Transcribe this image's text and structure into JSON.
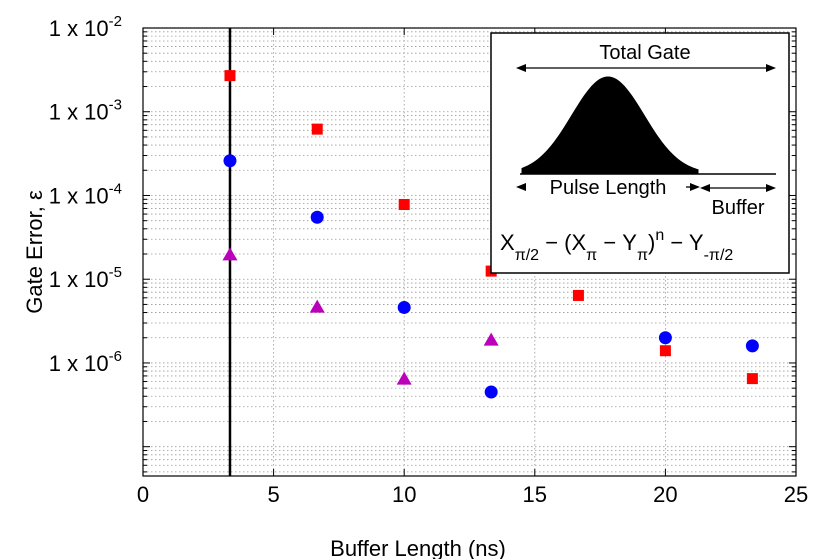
{
  "chart_data": {
    "type": "scatter",
    "xlabel": "Buffer Length (ns)",
    "ylabel": "Gate Error, ε",
    "xlim": [
      0,
      25
    ],
    "ylim_log10": [
      -7.35,
      -2
    ],
    "yscale": "log",
    "grid": true,
    "x_ticks": [
      "0",
      "5",
      "10",
      "15",
      "20",
      "25"
    ],
    "y_ticks": [
      {
        "base": "1 x 10",
        "exp": "-2"
      },
      {
        "base": "1 x 10",
        "exp": "-3"
      },
      {
        "base": "1 x 10",
        "exp": "-4"
      },
      {
        "base": "1 x 10",
        "exp": "-5"
      },
      {
        "base": "1 x 10",
        "exp": "-6"
      }
    ],
    "vertical_line_x": 3.33,
    "series": [
      {
        "marker": "square",
        "color": "#ff0000",
        "x": [
          3.33,
          6.67,
          10.0,
          13.33,
          16.67,
          20.0,
          23.33
        ],
        "y": [
          0.0027,
          0.00062,
          7.8e-05,
          1.25e-05,
          6.4e-06,
          1.4e-06,
          6.5e-07
        ]
      },
      {
        "marker": "circle",
        "color": "#0000ff",
        "x": [
          3.33,
          6.67,
          10.0,
          13.33,
          20.0,
          23.33
        ],
        "y": [
          0.00026,
          5.5e-05,
          4.6e-06,
          4.5e-07,
          2e-06,
          1.6e-06
        ]
      },
      {
        "marker": "triangle",
        "color": "#bb00bb",
        "x": [
          3.33,
          6.67,
          10.0,
          13.33
        ],
        "y": [
          1.98e-05,
          4.7e-06,
          6.5e-07,
          1.9e-06
        ]
      }
    ],
    "inset": {
      "total_gate_label": "Total Gate",
      "pulse_length_label": "Pulse Length",
      "buffer_label": "Buffer",
      "sequence": {
        "p1": "X",
        "s1": "π/2",
        "p2": " − (X",
        "s2": "π",
        "p3": " − Y",
        "s3": "π",
        "p4": ")",
        "sup": "n",
        "p5": " − Y",
        "s5": "-π/2"
      }
    }
  }
}
